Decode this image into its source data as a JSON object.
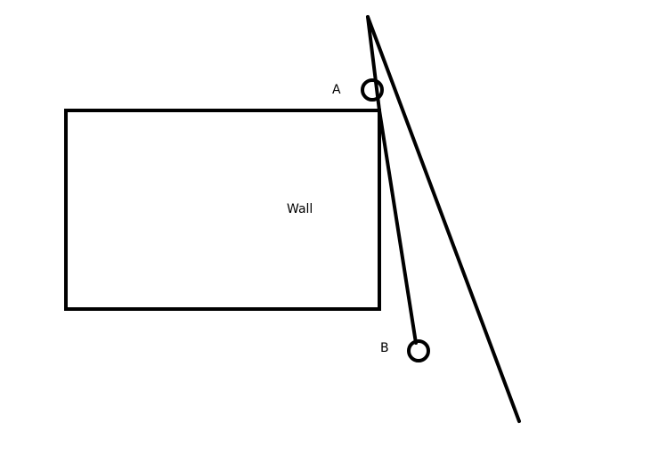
{
  "labels": {
    "a": "A",
    "b": "B",
    "wall": "Wall"
  },
  "colors": {
    "stroke": "#000000",
    "background": "#ffffff"
  }
}
